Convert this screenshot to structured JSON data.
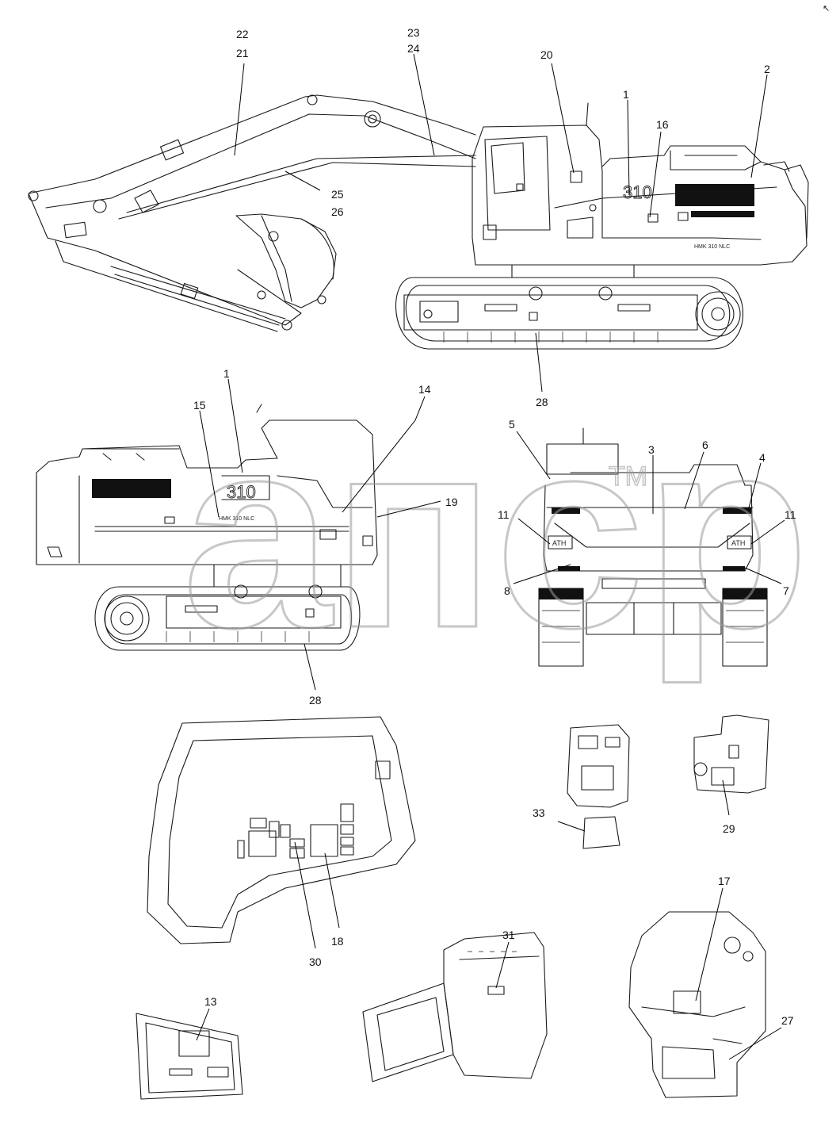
{
  "drawing": {
    "watermark": "aпср",
    "watermark_tm": "TM",
    "model_decal": "HMK 310 NLC",
    "boom_number": "310",
    "rear_sign": "ATH",
    "corner_glyph": "↖"
  },
  "callouts": {
    "c1a": "1",
    "c2": "2",
    "c16": "16",
    "c20": "20",
    "c21": "21",
    "c22": "22",
    "c23": "23",
    "c24": "24",
    "c25": "25",
    "c26": "26",
    "c28a": "28",
    "c1b": "1",
    "c14": "14",
    "c15": "15",
    "c19": "19",
    "c28b": "28",
    "c3": "3",
    "c4": "4",
    "c5": "5",
    "c6": "6",
    "c7": "7",
    "c8": "8",
    "c11a": "11",
    "c11b": "11",
    "c18": "18",
    "c30": "30",
    "c33": "33",
    "c29": "29",
    "c17": "17",
    "c27": "27",
    "c31": "31",
    "c13": "13"
  }
}
